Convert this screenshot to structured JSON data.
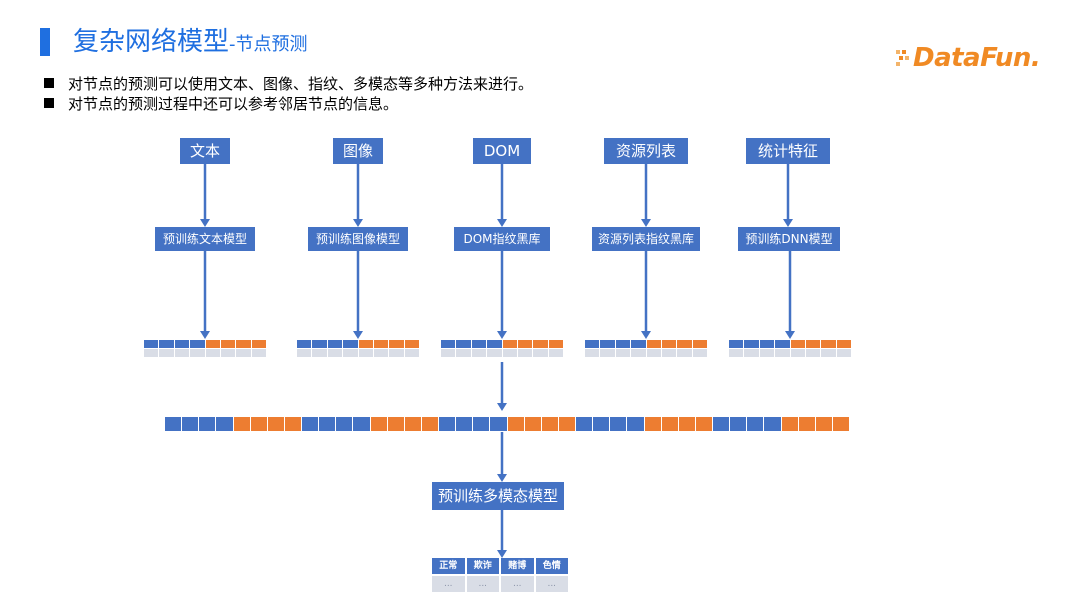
{
  "header": {
    "title": "复杂网络模型",
    "subtitle": "-节点预测"
  },
  "logo": {
    "text": "DataFun.",
    "color": "#f08a24"
  },
  "bullets": [
    "对节点的预测可以使用文本、图像、指纹、多模态等多种方法来进行。",
    "对节点的预测过程中还可以参考邻居节点的信息。"
  ],
  "diagram": {
    "sources": [
      "文本",
      "图像",
      "DOM",
      "资源列表",
      "统计特征"
    ],
    "models": [
      "预训练文本模型",
      "预训练图像模型",
      "DOM指纹黑库",
      "资源列表指纹黑库",
      "预训练DNN模型"
    ],
    "mini_table_colors": [
      "blue",
      "blue",
      "blue",
      "blue",
      "orange",
      "orange",
      "orange",
      "orange"
    ],
    "strip_colors": [
      "blue",
      "blue",
      "blue",
      "blue",
      "orange",
      "orange",
      "orange",
      "orange",
      "blue",
      "blue",
      "blue",
      "blue",
      "orange",
      "orange",
      "orange",
      "orange",
      "blue",
      "blue",
      "blue",
      "blue",
      "orange",
      "orange",
      "orange",
      "orange",
      "blue",
      "blue",
      "blue",
      "blue",
      "orange",
      "orange",
      "orange",
      "orange",
      "blue",
      "blue",
      "blue",
      "blue",
      "orange",
      "orange",
      "orange",
      "orange"
    ],
    "multimodal_model": "预训练多模态模型",
    "output": {
      "headers": [
        "正常",
        "欺诈",
        "赌博",
        "色情"
      ],
      "values": [
        "...",
        "...",
        "...",
        "..."
      ]
    },
    "colors": {
      "box_blue": "#4472c4",
      "accent_orange": "#ed7d31",
      "title_blue": "#1f6fe0"
    }
  }
}
